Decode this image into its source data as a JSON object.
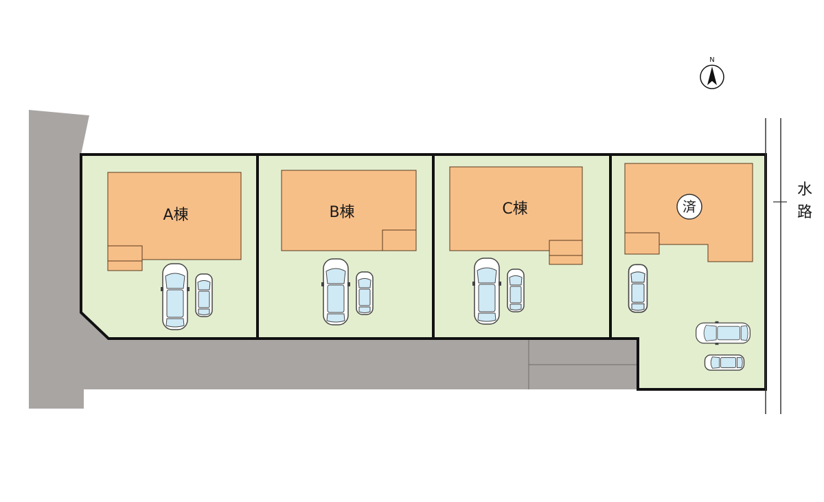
{
  "buildings": {
    "a_label": "A棟",
    "b_label": "B棟",
    "c_label": "C棟",
    "sold_label": "済"
  },
  "waterway": {
    "char1": "水",
    "char2": "路"
  },
  "north": {
    "label": "N"
  },
  "colors": {
    "road": "#a9a5a3",
    "lot": "#e3eecf",
    "house": "#f7bf88",
    "car_glass": "#cfe9f5",
    "border": "#111111"
  }
}
